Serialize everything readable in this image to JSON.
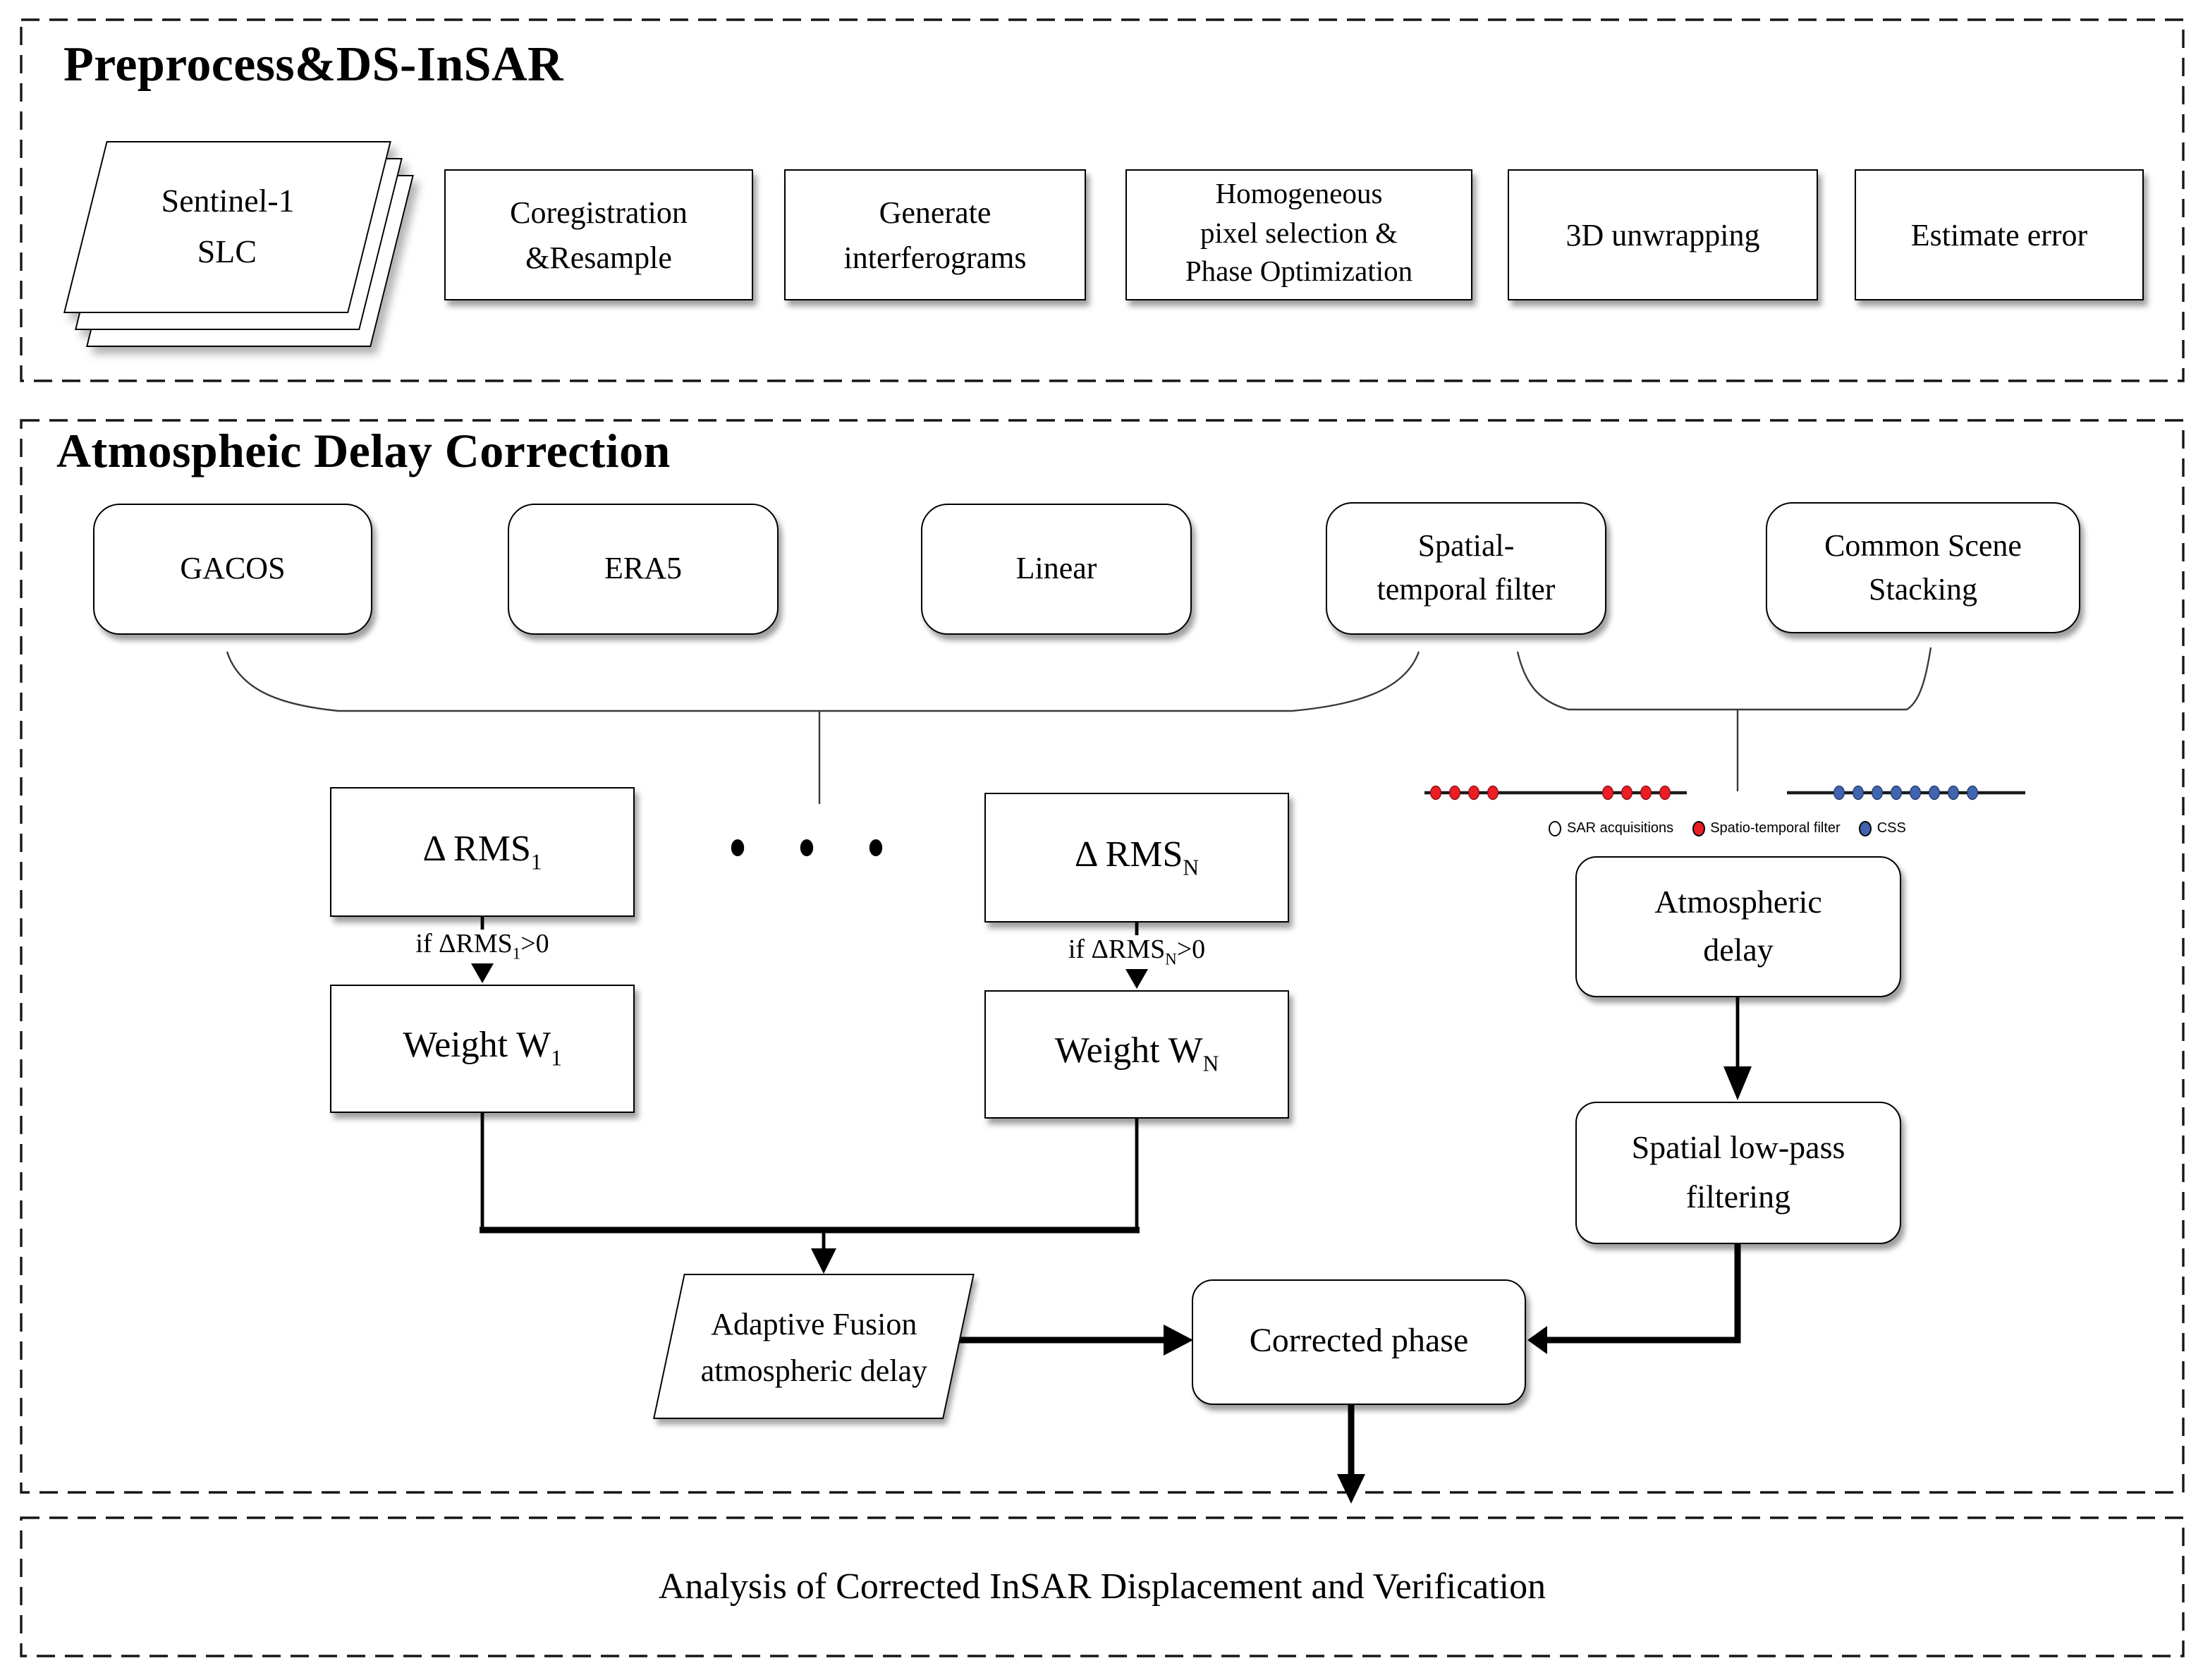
{
  "colors": {
    "red": "#ee1c25",
    "blue": "#4064ae",
    "line": "#000000"
  },
  "preprocess": {
    "title": "Preprocess&DS-InSAR",
    "slc": {
      "line1": "Sentinel-1",
      "line2": "SLC"
    },
    "steps": [
      {
        "lines": [
          "Coregistration",
          "&Resample"
        ]
      },
      {
        "lines": [
          "Generate",
          "interferograms"
        ]
      },
      {
        "lines": [
          "Homogeneous",
          "pixel selection &",
          "Phase Optimization"
        ]
      },
      {
        "lines": [
          "3D unwrapping"
        ]
      },
      {
        "lines": [
          "Estimate error"
        ]
      }
    ]
  },
  "correction": {
    "title": "Atmospheic Delay Correction",
    "methods": [
      {
        "lines": [
          "GACOS"
        ]
      },
      {
        "lines": [
          "ERA5"
        ]
      },
      {
        "lines": [
          "Linear"
        ]
      },
      {
        "lines": [
          "Spatial-",
          "temporal filter"
        ]
      },
      {
        "lines": [
          "Common Scene",
          "Stacking"
        ]
      }
    ],
    "rms1": {
      "prefix": "Δ RMS",
      "sub": "1"
    },
    "rmsN": {
      "prefix": "Δ RMS",
      "sub": "N"
    },
    "cond1": {
      "pre": "if ΔRMS",
      "sub": "1",
      "post": ">0"
    },
    "condN": {
      "pre": "if ΔRMS",
      "sub": "N",
      "post": ">0"
    },
    "weight1": {
      "prefix": "Weight W",
      "sub": "1"
    },
    "weightN": {
      "prefix": "Weight W",
      "sub": "N"
    },
    "legend": [
      {
        "label": "SAR acquisitions",
        "color": "#ffffff"
      },
      {
        "label": "Spatio-temporal filter",
        "color": "#ee1c25"
      },
      {
        "label": "CSS",
        "color": "#4064ae"
      }
    ],
    "atmospheric_delay": {
      "lines": [
        "Atmospheric",
        "delay"
      ]
    },
    "spatial_lowpass": {
      "lines": [
        "Spatial low-pass",
        "filtering"
      ]
    },
    "adaptive_fusion": {
      "lines": [
        "Adaptive Fusion",
        "atmospheric delay"
      ]
    },
    "corrected_phase": "Corrected phase"
  },
  "analysis": {
    "title": "Analysis of Corrected InSAR Displacement and Verification"
  }
}
